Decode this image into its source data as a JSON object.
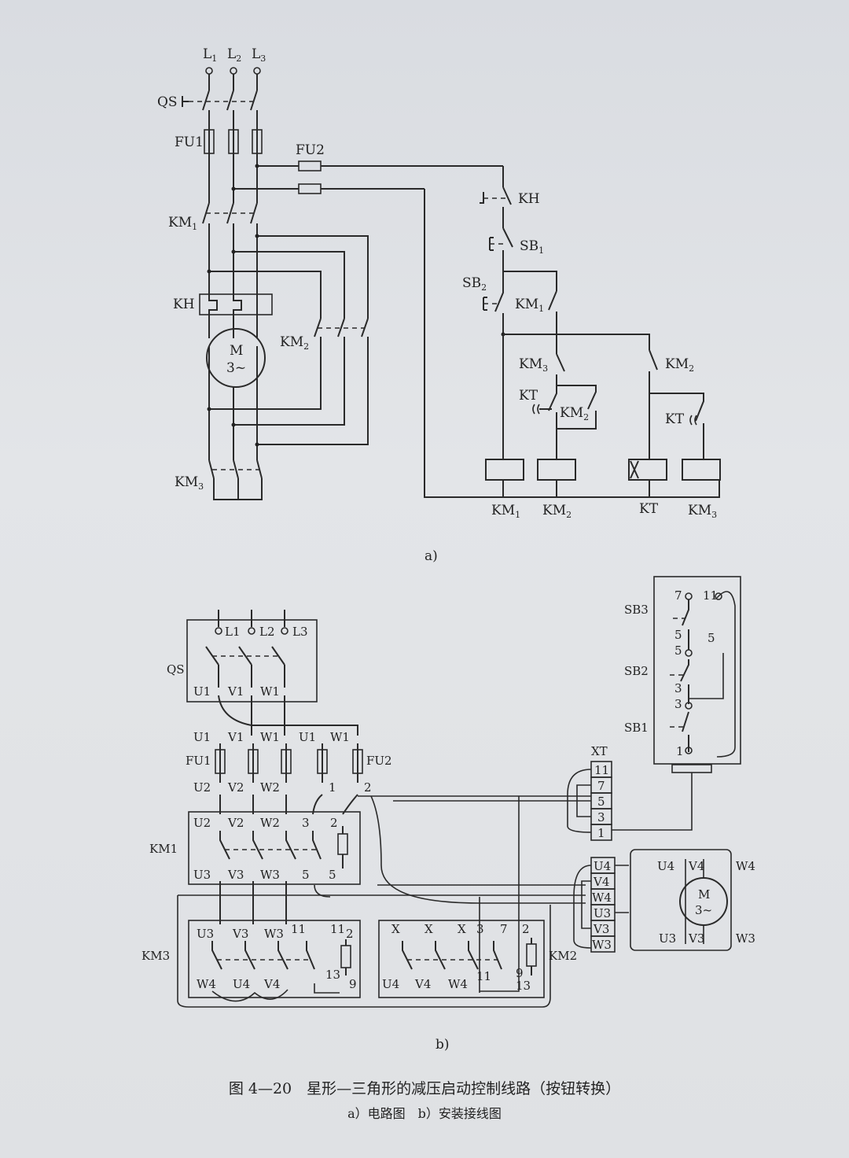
{
  "figure": {
    "caption": "图 4—20　星形—三角形的减压启动控制线路（按钮转换）",
    "subcaption": "a）电路图　b）安装接线图",
    "part_a_label": "a)",
    "part_b_label": "b)"
  },
  "circuit_a": {
    "phases": [
      "L",
      "L",
      "L"
    ],
    "phase_subs": [
      "1",
      "2",
      "3"
    ],
    "qs": "QS",
    "fu1": "FU1",
    "fu2": "FU2",
    "km1": "KM",
    "km1_sub": "1",
    "km2": "KM",
    "km2_sub": "2",
    "km3": "KM",
    "km3_sub": "3",
    "kh": "KH",
    "motor": "M",
    "motor_phase": "3~",
    "ctrl_kh": "KH",
    "sb1": "SB",
    "sb1_sub": "1",
    "sb2": "SB",
    "sb2_sub": "2",
    "c_km1": "KM",
    "c_km1_sub": "1",
    "c_km3": "KM",
    "c_km3_sub": "3",
    "c_km2_right": "KM",
    "c_km2_right_sub": "2",
    "kt": "KT",
    "c_km2_mid": "KM",
    "c_km2_mid_sub": "2",
    "kt_right": "KT",
    "coil_km1": "KM",
    "coil_km1_sub": "1",
    "coil_km2": "KM",
    "coil_km2_sub": "2",
    "coil_kt": "KT",
    "coil_km3": "KM",
    "coil_km3_sub": "3"
  },
  "circuit_b": {
    "top_labels": [
      "L1",
      "L2",
      "L3"
    ],
    "qs": "QS",
    "qs_out": [
      "U1",
      "V1",
      "W1"
    ],
    "row2": [
      "U1",
      "V1",
      "W1",
      "U1",
      "W1"
    ],
    "fu1": "FU1",
    "fu2": "FU2",
    "row3": [
      "U2",
      "V2",
      "W2",
      "1",
      "2"
    ],
    "km1": "KM1",
    "km1_top": [
      "U2",
      "V2",
      "W2",
      "3",
      "2"
    ],
    "km1_bot": [
      "U3",
      "V3",
      "W3",
      "5",
      "5"
    ],
    "km3": "KM3",
    "km3_top": [
      "U3",
      "V3",
      "W3",
      "11",
      "11",
      "2"
    ],
    "km3_bot": [
      "W4",
      "U4",
      "V4",
      "13",
      "9"
    ],
    "km2": "KM2",
    "km2_top": [
      "X",
      "X",
      "X",
      "3",
      "7",
      "2"
    ],
    "km2_bot": [
      "U4",
      "V4",
      "W4",
      "11",
      "9",
      "13"
    ],
    "xt": "XT",
    "xt_ctrl": [
      "11",
      "7",
      "5",
      "3",
      "1"
    ],
    "xt_power": [
      "U4",
      "V4",
      "W4",
      "U3",
      "V3",
      "W3"
    ],
    "sb3": "SB3",
    "sb2": "SB2",
    "sb1": "SB1",
    "box_nums": [
      "7",
      "11",
      "5",
      "5",
      "5",
      "3",
      "3",
      "1"
    ],
    "motor": "M",
    "motor_phase": "3~",
    "motor_terms": [
      "U4",
      "V4",
      "W4",
      "U3",
      "V3",
      "W3"
    ]
  }
}
